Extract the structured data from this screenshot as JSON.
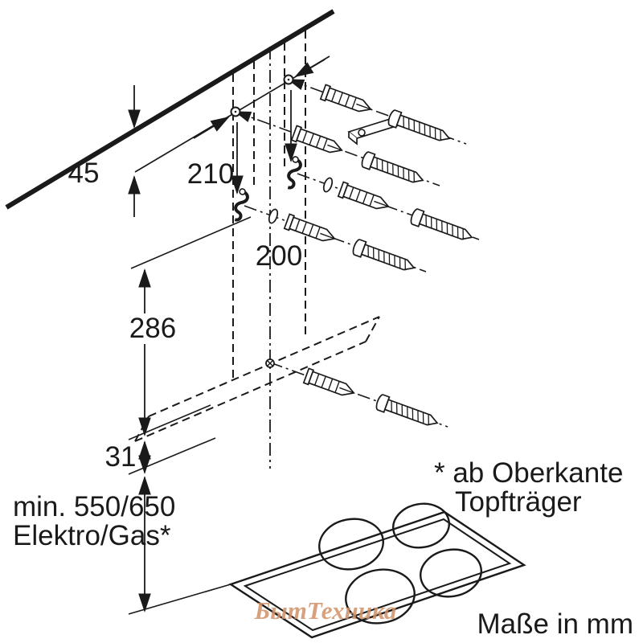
{
  "diagram": {
    "type": "appliance-installation-dimension-drawing",
    "labels": {
      "dim_45": "45",
      "dim_210": "210",
      "dim_200": "200",
      "dim_286": "286",
      "dim_31": "31",
      "min_clearance_1": "min. 550/650",
      "min_clearance_2": "Elektro/Gas*",
      "footnote_1": "* ab Oberkante",
      "footnote_2": "Topfträger",
      "units": "Maße in mm",
      "watermark": "БытТехника"
    },
    "colors": {
      "line": "#1a1a1a",
      "watermark": "#cf9166",
      "background": "#ffffff"
    }
  }
}
